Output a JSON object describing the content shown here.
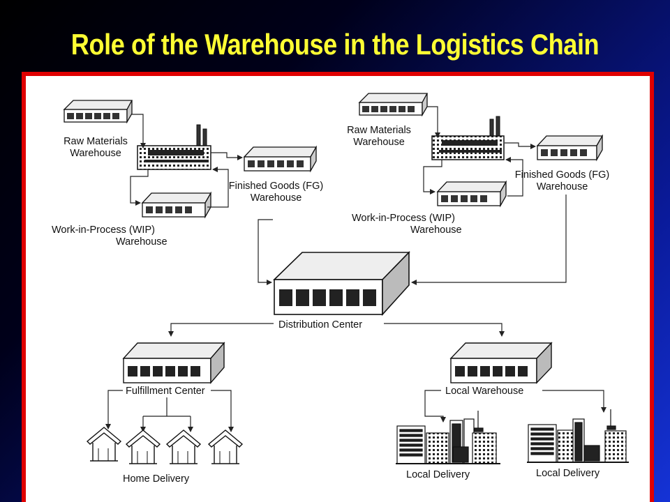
{
  "title": "Role of the Warehouse in the Logistics Chain",
  "labels": {
    "left_raw_1": "Raw Materials",
    "left_raw_2": "Warehouse",
    "left_fg_1": "Finished Goods (FG)",
    "left_fg_2": "Warehouse",
    "left_wip_1": "Work-in-Process (WIP)",
    "left_wip_2": "Warehouse",
    "right_raw_1": "Raw Materials",
    "right_raw_2": "Warehouse",
    "right_fg_1": "Finished Goods (FG)",
    "right_fg_2": "Warehouse",
    "right_wip_1": "Work-in-Process (WIP)",
    "right_wip_2": "Warehouse",
    "distribution_center": "Distribution Center",
    "fulfillment_center": "Fulfillment Center",
    "local_warehouse": "Local Warehouse",
    "home_delivery": "Home Delivery",
    "local_delivery_1": "Local Delivery",
    "local_delivery_2": "Local Delivery"
  },
  "colors": {
    "title": "#ffff33",
    "frame": "#e00000",
    "panel": "#ffffff"
  }
}
